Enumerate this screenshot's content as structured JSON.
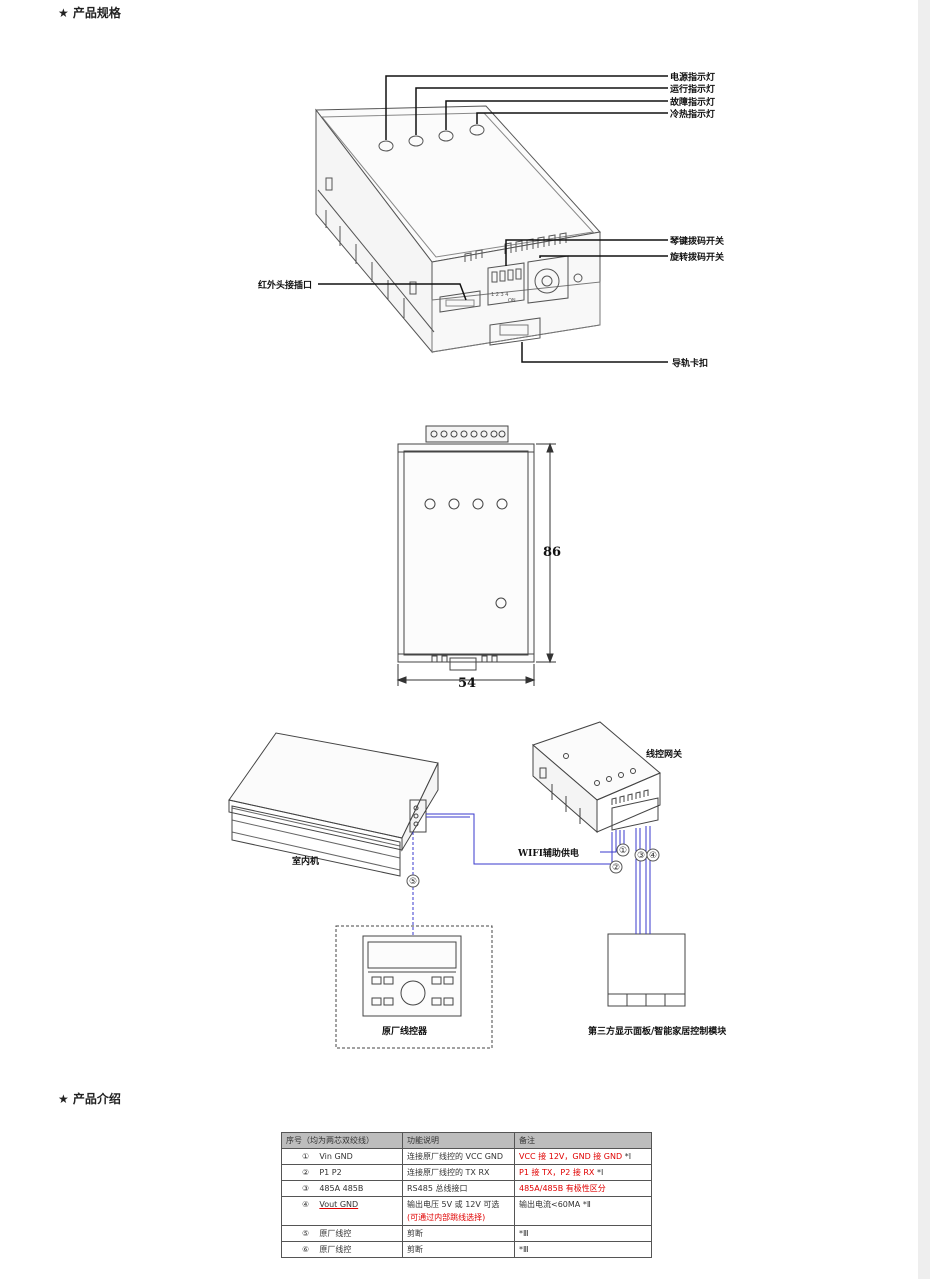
{
  "sections": {
    "spec_heading": "★ 产品规格",
    "intro_heading": "★ 产品介绍"
  },
  "figure1": {
    "callouts": [
      "电源指示灯",
      "运行指示灯",
      "故障指示灯",
      "冷热指示灯",
      "琴键拨码开关",
      "旋转拨码开关",
      "红外头接插口",
      "导轨卡扣"
    ],
    "dip_labels": [
      "1 2 3 4",
      "ON"
    ]
  },
  "figure2": {
    "height_dim": "86",
    "width_dim": "54"
  },
  "figure3": {
    "indoor_unit": "室内机",
    "gateway": "线控网关",
    "wifi_power": "WIFI辅助供电",
    "oem_controller": "原厂线控器",
    "third_party": "第三方显示面板/智能家居控制模块",
    "markers": [
      "①",
      "②",
      "③",
      "④",
      "⑤"
    ]
  },
  "colors": {
    "wire_blue": "#3a3acc",
    "red_text": "#e00000",
    "table_header": "#bdbdbd"
  },
  "table": {
    "headers": [
      "序号（均为两芯双绞线）",
      "功能说明",
      "备注"
    ],
    "rows": [
      {
        "no": "①",
        "name": "Vin GND",
        "func": "连接原厂线控的 VCC GND",
        "func_red": "",
        "note": "VCC 接 12V，GND 接 GND",
        "note_tail": "*Ⅰ"
      },
      {
        "no": "②",
        "name": "P1 P2",
        "func": "连接原厂线控的 TX RX",
        "func_red": "",
        "note": "P1 接 TX，P2 接 RX",
        "note_tail": "*Ⅰ"
      },
      {
        "no": "③",
        "name": "485A 485B",
        "func": "RS485 总线接口",
        "func_red": "",
        "note": "485A/485B 有极性区分",
        "note_tail": ""
      },
      {
        "no": "④",
        "name": "Vout GND",
        "func": "输出电压 5V 或 12V 可选",
        "func_red": "(可通过内部跳线选择)",
        "note": "输出电流<60MA",
        "note_tail": "*Ⅱ"
      },
      {
        "no": "⑤",
        "name": "原厂线控",
        "func": "剪断",
        "func_red": "",
        "note": "",
        "note_tail": "*Ⅲ"
      },
      {
        "no": "⑥",
        "name": "原厂线控",
        "func": "剪断",
        "func_red": "",
        "note": "",
        "note_tail": "*Ⅲ"
      }
    ]
  }
}
